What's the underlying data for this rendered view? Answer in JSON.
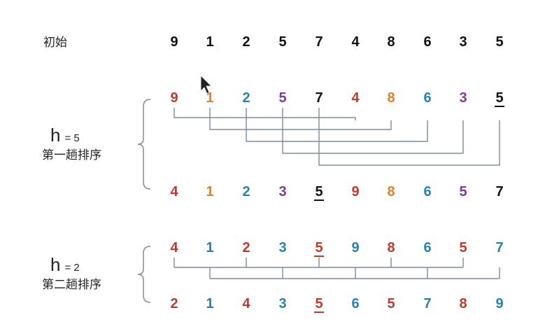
{
  "rows": [
    {
      "key": "initial",
      "values": [
        "9",
        "1",
        "2",
        "5",
        "7",
        "4",
        "8",
        "6",
        "3",
        "5"
      ],
      "colors": [
        "#111",
        "#111",
        "#111",
        "#111",
        "#111",
        "#111",
        "#111",
        "#111",
        "#111",
        "#111"
      ],
      "underline": [
        false,
        false,
        false,
        false,
        false,
        false,
        false,
        false,
        false,
        false
      ]
    },
    {
      "key": "pass1_before",
      "values": [
        "9",
        "1",
        "2",
        "5",
        "7",
        "4",
        "8",
        "6",
        "3",
        "5"
      ],
      "colors": [
        "#c0392b",
        "#e67e22",
        "#2980b9",
        "#7d3c98",
        "#111",
        "#c0392b",
        "#e67e22",
        "#2980b9",
        "#7d3c98",
        "#111"
      ],
      "underline": [
        false,
        false,
        false,
        false,
        false,
        false,
        false,
        false,
        false,
        true
      ]
    },
    {
      "key": "pass1_after",
      "values": [
        "4",
        "1",
        "2",
        "3",
        "5",
        "9",
        "8",
        "6",
        "5",
        "7"
      ],
      "colors": [
        "#c0392b",
        "#e67e22",
        "#2980b9",
        "#7d3c98",
        "#111",
        "#c0392b",
        "#e67e22",
        "#2980b9",
        "#7d3c98",
        "#111"
      ],
      "underline": [
        false,
        false,
        false,
        false,
        true,
        false,
        false,
        false,
        false,
        false
      ]
    },
    {
      "key": "pass2_before",
      "values": [
        "4",
        "1",
        "2",
        "3",
        "5",
        "9",
        "8",
        "6",
        "5",
        "7"
      ],
      "colors": [
        "#c0392b",
        "#2980b9",
        "#c0392b",
        "#2980b9",
        "#c0392b",
        "#2980b9",
        "#c0392b",
        "#2980b9",
        "#c0392b",
        "#2980b9"
      ],
      "underline": [
        false,
        false,
        false,
        false,
        true,
        false,
        false,
        false,
        false,
        false
      ]
    },
    {
      "key": "pass2_after",
      "values": [
        "2",
        "1",
        "4",
        "3",
        "5",
        "6",
        "5",
        "7",
        "8",
        "9"
      ],
      "colors": [
        "#c0392b",
        "#2980b9",
        "#c0392b",
        "#2980b9",
        "#c0392b",
        "#2980b9",
        "#c0392b",
        "#2980b9",
        "#c0392b",
        "#2980b9"
      ],
      "underline": [
        false,
        false,
        false,
        false,
        true,
        false,
        false,
        false,
        false,
        false
      ]
    }
  ],
  "labels": {
    "initial": "初始",
    "pass1_h_letter": "h",
    "pass1_h_eq": "= 5",
    "pass1_title": "第一趟排序",
    "pass2_h_letter": "h",
    "pass2_h_eq": "= 2",
    "pass2_title": "第二趟排序"
  },
  "gaps": {
    "pass1": 5,
    "pass2": 2
  },
  "colors": {
    "bracket": "#8a8a8a",
    "connector": "#7a8ca0",
    "cursor": "#222"
  }
}
